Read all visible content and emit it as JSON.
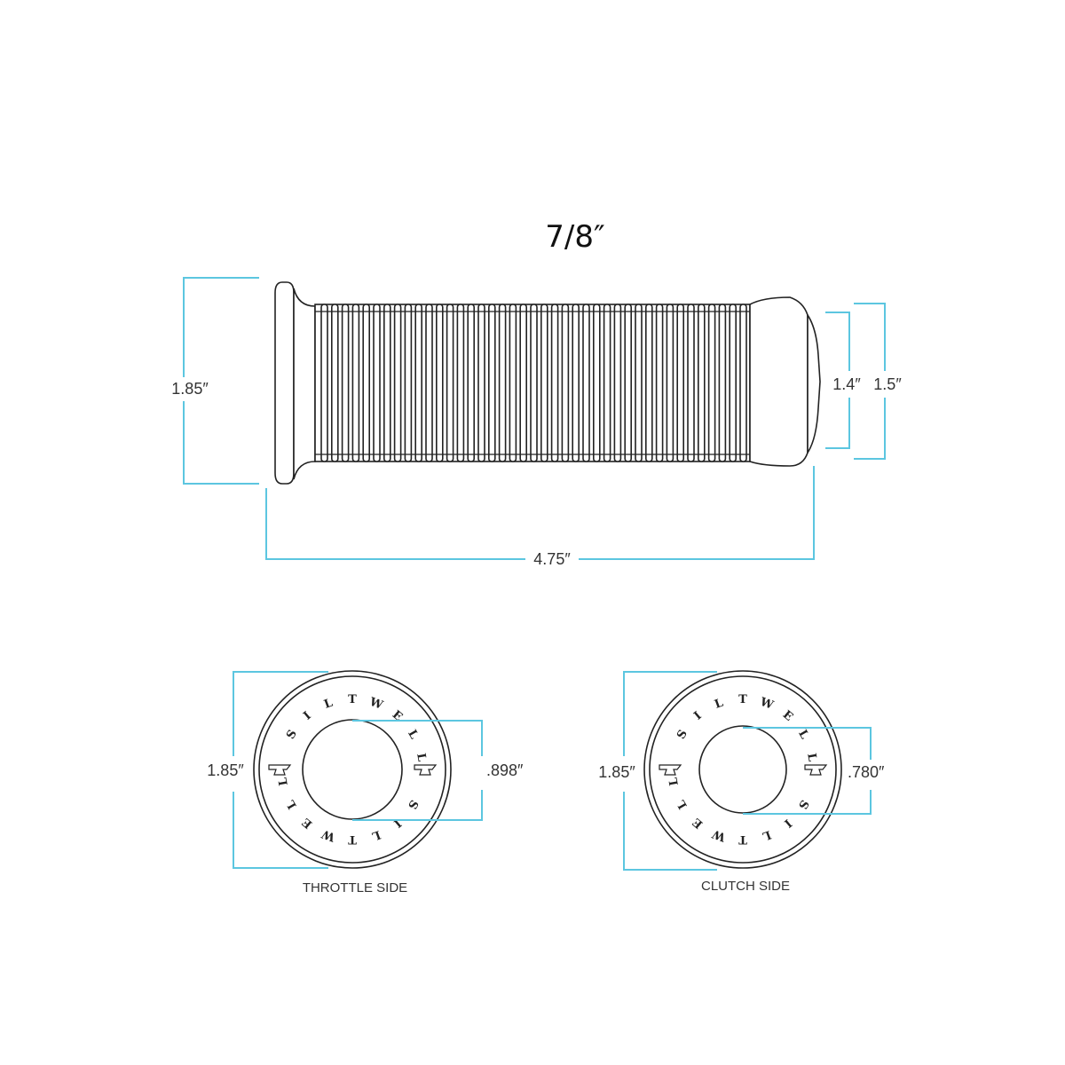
{
  "title": "7/8″",
  "side_view": {
    "flange_height": "1.85″",
    "length": "4.75″",
    "end_inner": "1.4″",
    "end_outer": "1.5″"
  },
  "end_views": [
    {
      "caption": "THROTTLE SIDE",
      "outer_diameter": "1.85″",
      "bore": ".898″"
    },
    {
      "caption": "CLUTCH SIDE",
      "outer_diameter": "1.85″",
      "bore": ".780″"
    }
  ],
  "ring_lettering": "SILTWELL",
  "colors": {
    "dimension": "#5cc6e0",
    "outline": "#222222"
  }
}
